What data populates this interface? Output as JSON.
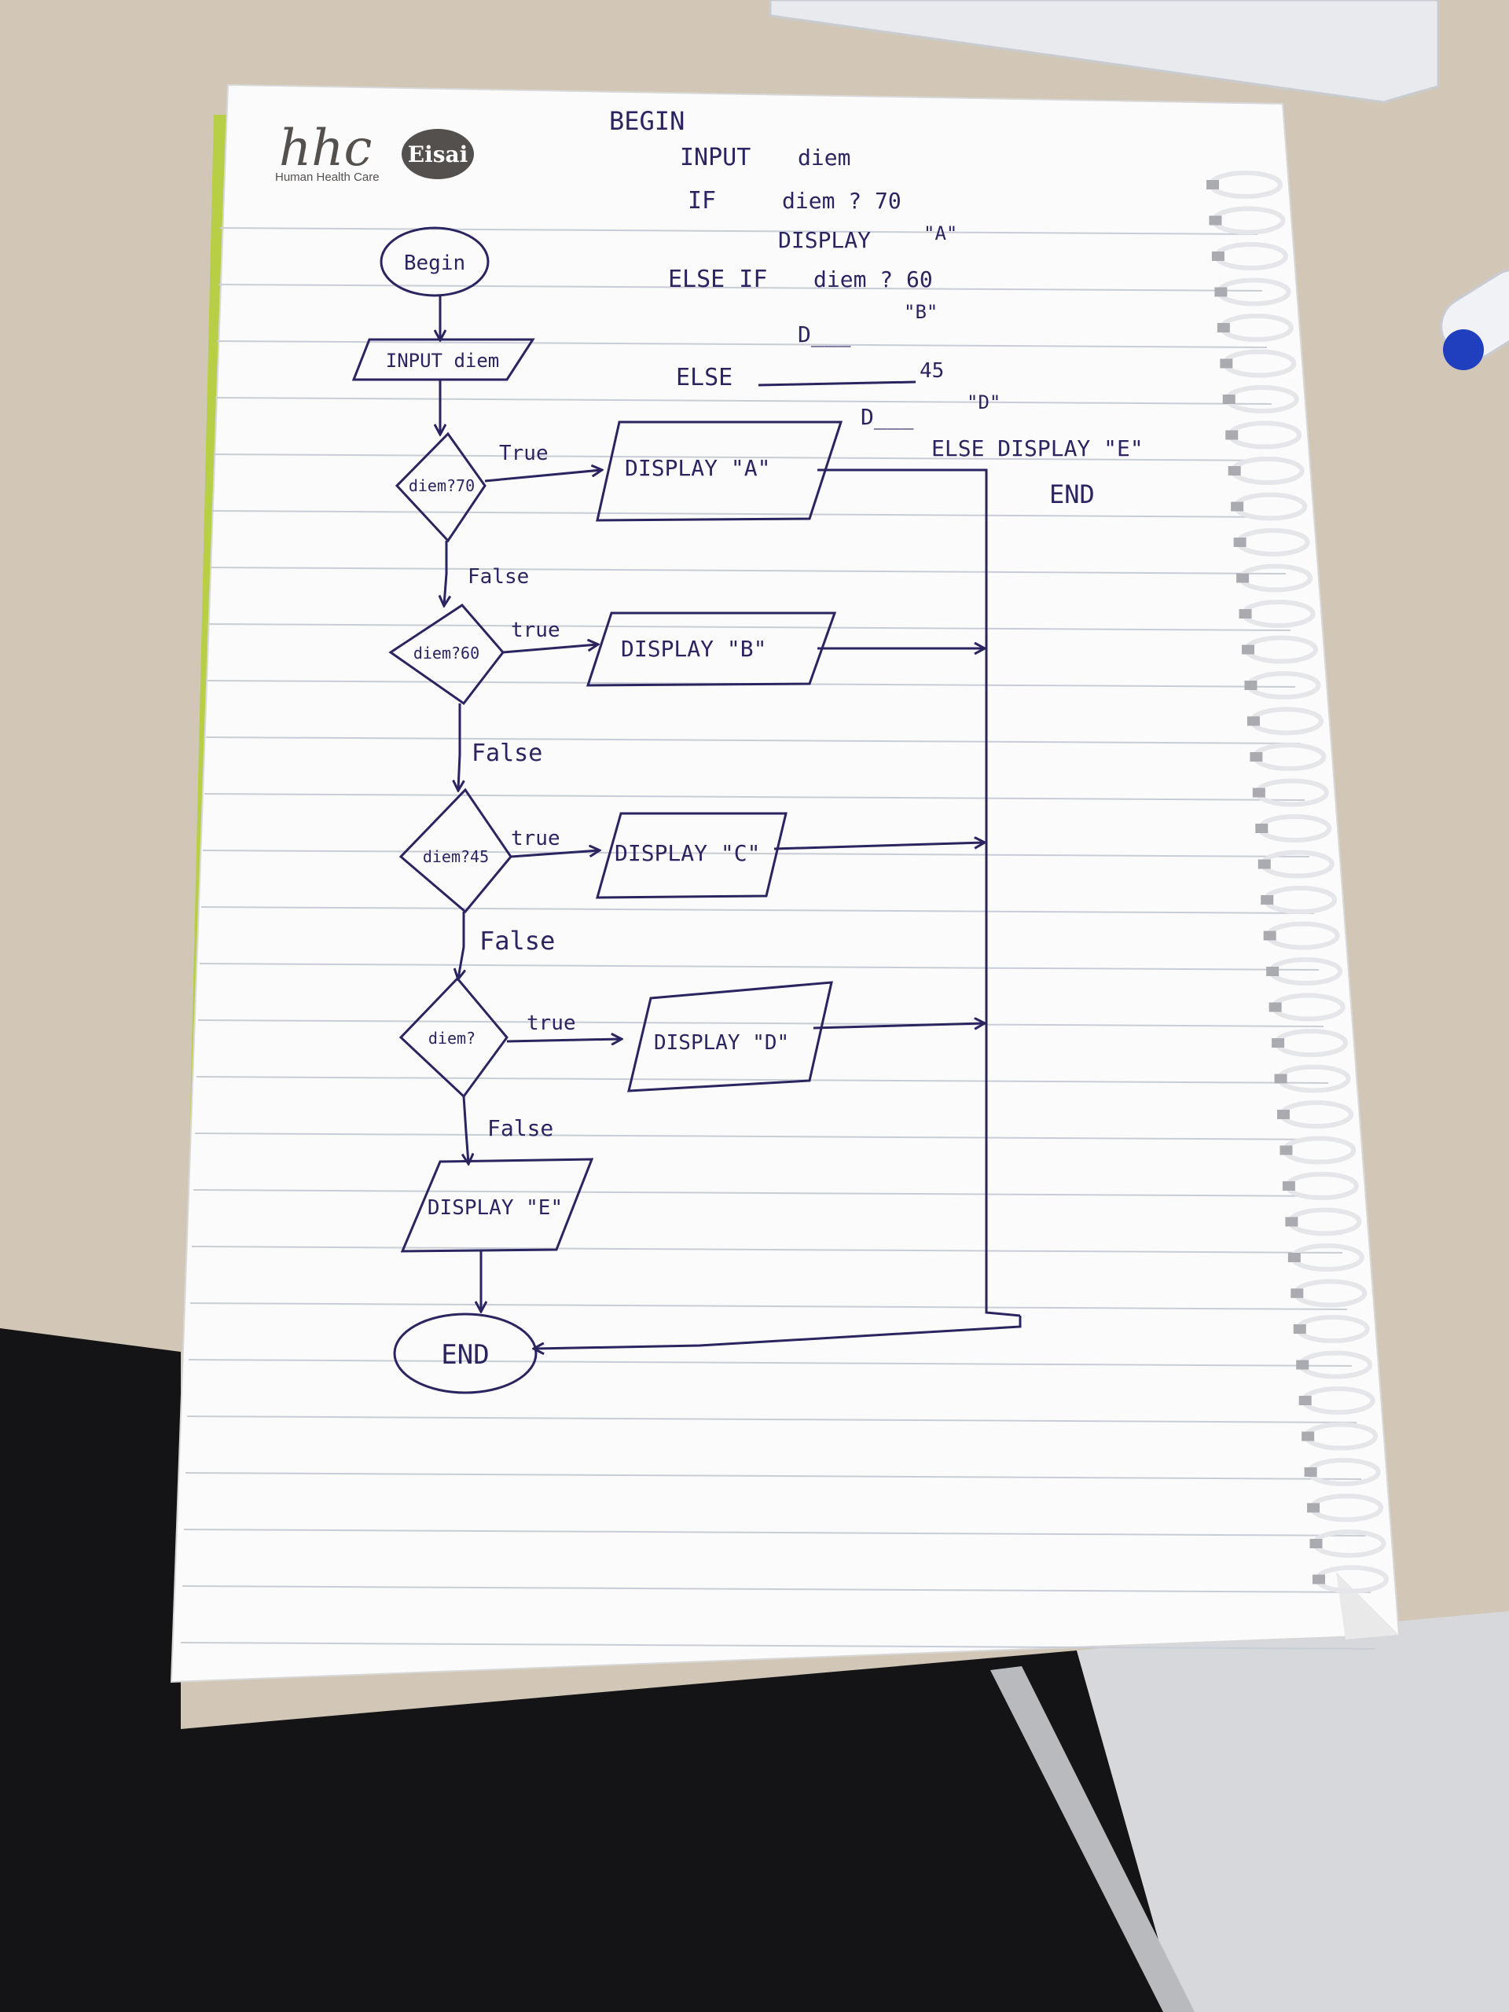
{
  "colors": {
    "ink": "#2a2560",
    "paper": "#fbfbfb",
    "desk": "#cfc4b4",
    "rule": "#c9cdd6",
    "binding": "#b7cf45",
    "spiral": "#e4e6ea",
    "logo": "#54504d"
  },
  "logo": {
    "mark": "hhc",
    "brand": "Eisai",
    "tagline": "Human Health Care"
  },
  "pseudocode": {
    "lines": [
      "BEGIN",
      "INPUT",
      "diem",
      "IF",
      "diem ? 70",
      "DISPLAY",
      "\"A\"",
      "ELSE IF",
      "diem ? 60",
      "D___",
      "\"B\"",
      "ELSE",
      "45",
      "D___",
      "\"D\"",
      "ELSE DISPLAY \"E\"",
      "END"
    ]
  },
  "flowchart": {
    "begin": "Begin",
    "input": "INPUT diem",
    "decisions": [
      "diem?70",
      "diem?60",
      "diem?45",
      "diem?"
    ],
    "outputs": [
      "DISPLAY \"A\"",
      "DISPLAY \"B\"",
      "DISPLAY \"C\"",
      "DISPLAY \"D\"",
      "DISPLAY \"E\""
    ],
    "true_labels": [
      "True",
      "true",
      "true",
      "true"
    ],
    "false_labels": [
      "False",
      "False",
      "False",
      "False"
    ],
    "end": "END"
  }
}
